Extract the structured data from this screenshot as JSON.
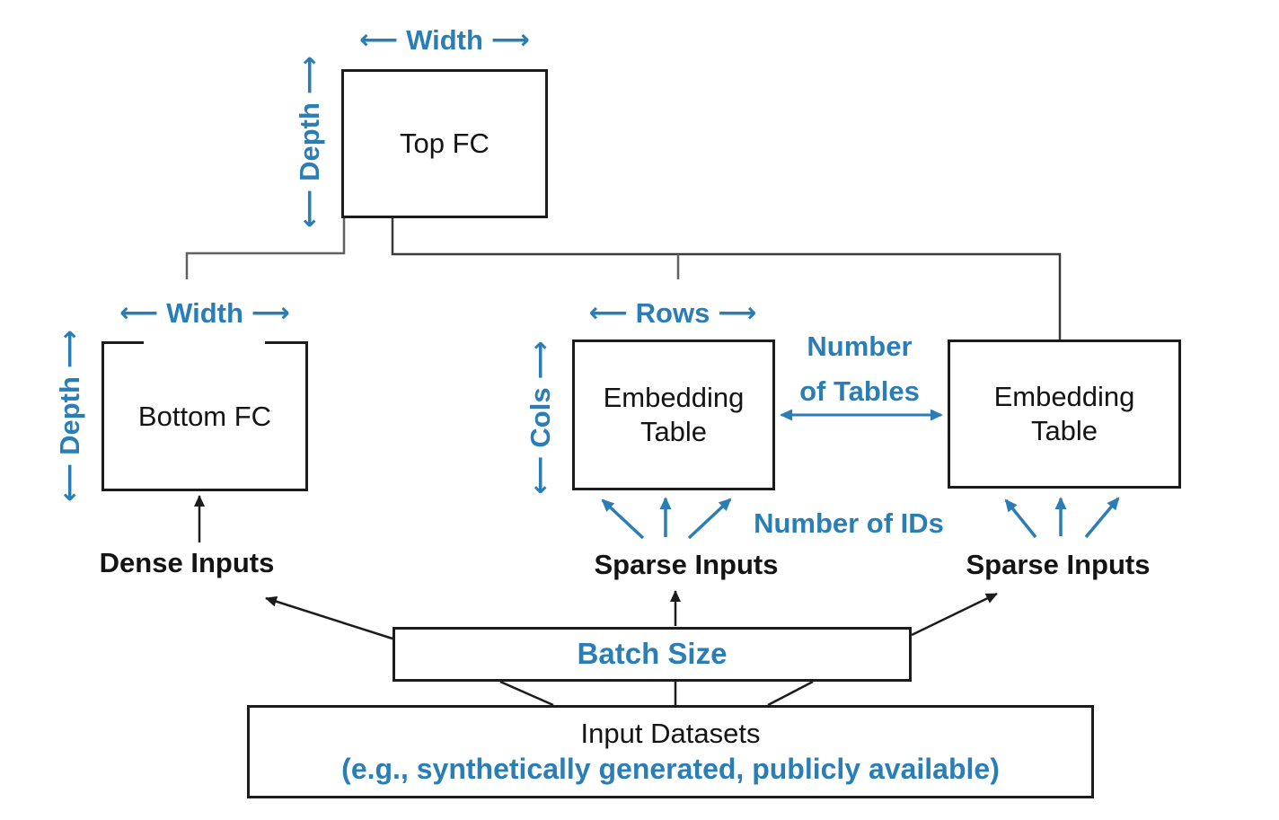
{
  "colors": {
    "accent_blue": "#2b7eb5",
    "line_dark": "#1c1c1c",
    "connector_gray": "#555555"
  },
  "glyphs": {
    "arrow_left": "⟵",
    "arrow_right": "⟶"
  },
  "boxes": {
    "top_fc": {
      "label": "Top FC"
    },
    "bottom_fc": {
      "label": "Bottom FC"
    },
    "embedding_table_mid": {
      "label": "Embedding Table"
    },
    "embedding_table_right": {
      "label": "Embedding Table"
    },
    "batch_size": {
      "label": "Batch Size"
    },
    "input_datasets": {
      "title": "Input Datasets",
      "subtitle": "(e.g., synthetically generated, publicly available)"
    }
  },
  "dimension_labels": {
    "top_fc_width": "Width",
    "top_fc_depth": "Depth",
    "bottom_fc_width": "Width",
    "bottom_fc_depth": "Depth",
    "embedding_rows": "Rows",
    "embedding_cols": "Cols",
    "number_of_tables_line1": "Number",
    "number_of_tables_line2": "of Tables",
    "number_of_ids": "Number of IDs"
  },
  "input_labels": {
    "dense": "Dense Inputs",
    "sparse_mid": "Sparse Inputs",
    "sparse_right": "Sparse Inputs"
  }
}
